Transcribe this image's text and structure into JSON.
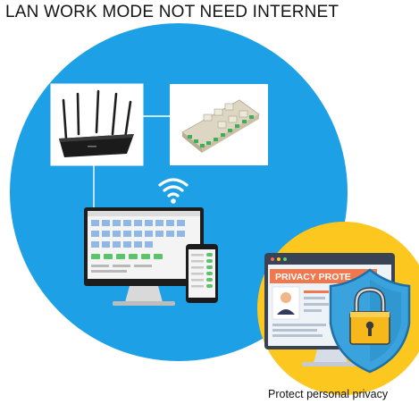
{
  "headline": "LAN WORK MODE NOT NEED INTERNET",
  "caption": "Protect personal privacy",
  "privacy_banner": "PRIVACY PROTE",
  "colors": {
    "main_circle": "#1ea0e6",
    "privacy_circle": "#fcc71e",
    "shield": "#3aa3dd",
    "lock": "#f6b81b",
    "banner": "#f0784c"
  },
  "icons": {
    "router": "router-icon",
    "relay_board": "relay-board-icon",
    "wifi": "wifi-icon",
    "desktop": "desktop-monitor-icon",
    "phone": "smartphone-icon",
    "shield": "shield-icon",
    "padlock": "padlock-icon"
  }
}
